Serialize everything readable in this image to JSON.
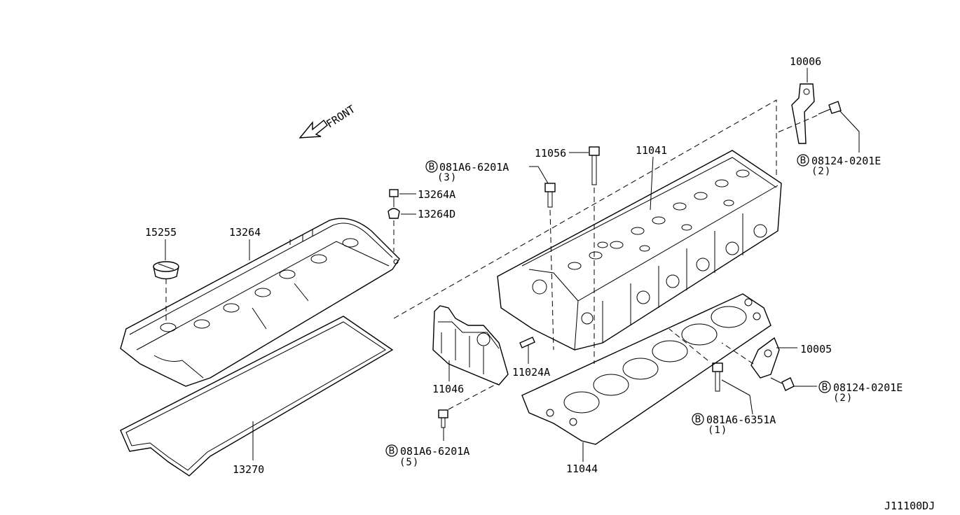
{
  "front_label": "FRONT",
  "diagram_code": "J11100DJ",
  "parts": {
    "p10006": "10006",
    "p11041": "11041",
    "p11056": "11056",
    "p13264A": "13264A",
    "p13264D": "13264D",
    "p15255": "15255",
    "p13264": "13264",
    "p13270": "13270",
    "p11046": "11046",
    "p11024A": "11024A",
    "p11044": "11044",
    "p10005": "10005"
  },
  "bolts": {
    "b_0201E_top": {
      "marker": "B",
      "code": "08124-0201E",
      "qty": "(2)"
    },
    "b_6201A_top": {
      "marker": "B",
      "code": "081A6-6201A",
      "qty": "(3)"
    },
    "b_6201A_bottom": {
      "marker": "B",
      "code": "081A6-6201A",
      "qty": "(5)"
    },
    "b_6351A": {
      "marker": "B",
      "code": "081A6-6351A",
      "qty": "(1)"
    },
    "b_0201E_right": {
      "marker": "B",
      "code": "08124-0201E",
      "qty": "(2)"
    }
  }
}
